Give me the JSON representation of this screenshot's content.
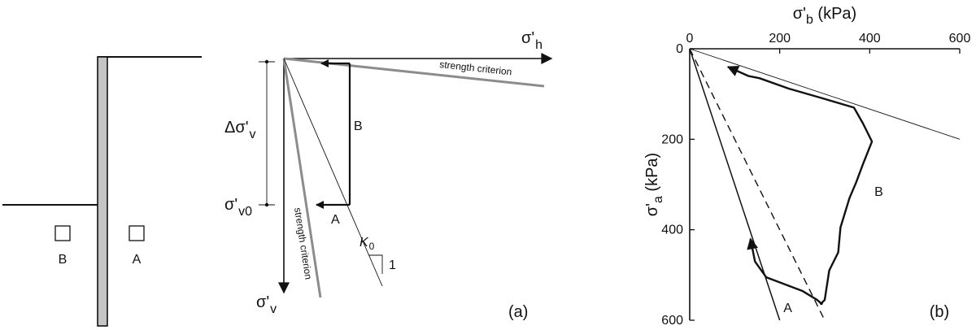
{
  "wall_sketch": {
    "label_b": "B",
    "label_a": "A"
  },
  "stress_path_diagram": {
    "axis_h_label": "σ'",
    "axis_h_sub": "h",
    "axis_v_label": "σ'",
    "axis_v_sub": "v",
    "delta_label": "Δσ'",
    "delta_sub": "v",
    "initial_label": "σ'",
    "initial_sub": "v0",
    "strength_label_top": "strength criterion",
    "strength_label_left": "strength criterion",
    "path_b_label": "B",
    "path_a_label": "A",
    "k0_label": "K",
    "k0_sub": "0",
    "slope_label": "1",
    "panel_label": "(a)",
    "colors": {
      "strength_line": "#8c8c8c",
      "path": "#111111"
    }
  },
  "chart_data": {
    "type": "line",
    "panel_label": "(b)",
    "xlabel_main": "σ'",
    "xlabel_sub": "b",
    "xlabel_unit": " (kPa)",
    "ylabel_main": "σ'",
    "ylabel_sub": "a",
    "ylabel_unit": " (kPa)",
    "xlim": [
      0,
      600
    ],
    "ylim": [
      600,
      0
    ],
    "x_ticks": [
      0,
      200,
      400,
      600
    ],
    "y_ticks": [
      0,
      200,
      400,
      600
    ],
    "x_axis_position": "top",
    "y_axis_inverted": true,
    "grid": false,
    "reference_lines": [
      {
        "style": "thin",
        "points": [
          [
            0,
            0
          ],
          [
            600,
            200
          ]
        ]
      },
      {
        "style": "solid",
        "points": [
          [
            0,
            0
          ],
          [
            200,
            600
          ]
        ]
      },
      {
        "style": "dashed",
        "points": [
          [
            0,
            0
          ],
          [
            300,
            600
          ]
        ]
      }
    ],
    "series": [
      {
        "label": "A",
        "arrow_at_end": true,
        "points": [
          [
            295,
            565
          ],
          [
            283,
            555
          ],
          [
            250,
            535
          ],
          [
            170,
            505
          ],
          [
            145,
            470
          ],
          [
            135,
            420
          ]
        ]
      },
      {
        "label": "B",
        "arrow_at_end": true,
        "points": [
          [
            290,
            565
          ],
          [
            300,
            555
          ],
          [
            310,
            490
          ],
          [
            330,
            450
          ],
          [
            335,
            395
          ],
          [
            355,
            330
          ],
          [
            370,
            295
          ],
          [
            385,
            255
          ],
          [
            405,
            205
          ],
          [
            385,
            165
          ],
          [
            365,
            130
          ],
          [
            290,
            108
          ],
          [
            220,
            88
          ],
          [
            155,
            65
          ],
          [
            130,
            60
          ],
          [
            85,
            40
          ]
        ]
      }
    ]
  }
}
